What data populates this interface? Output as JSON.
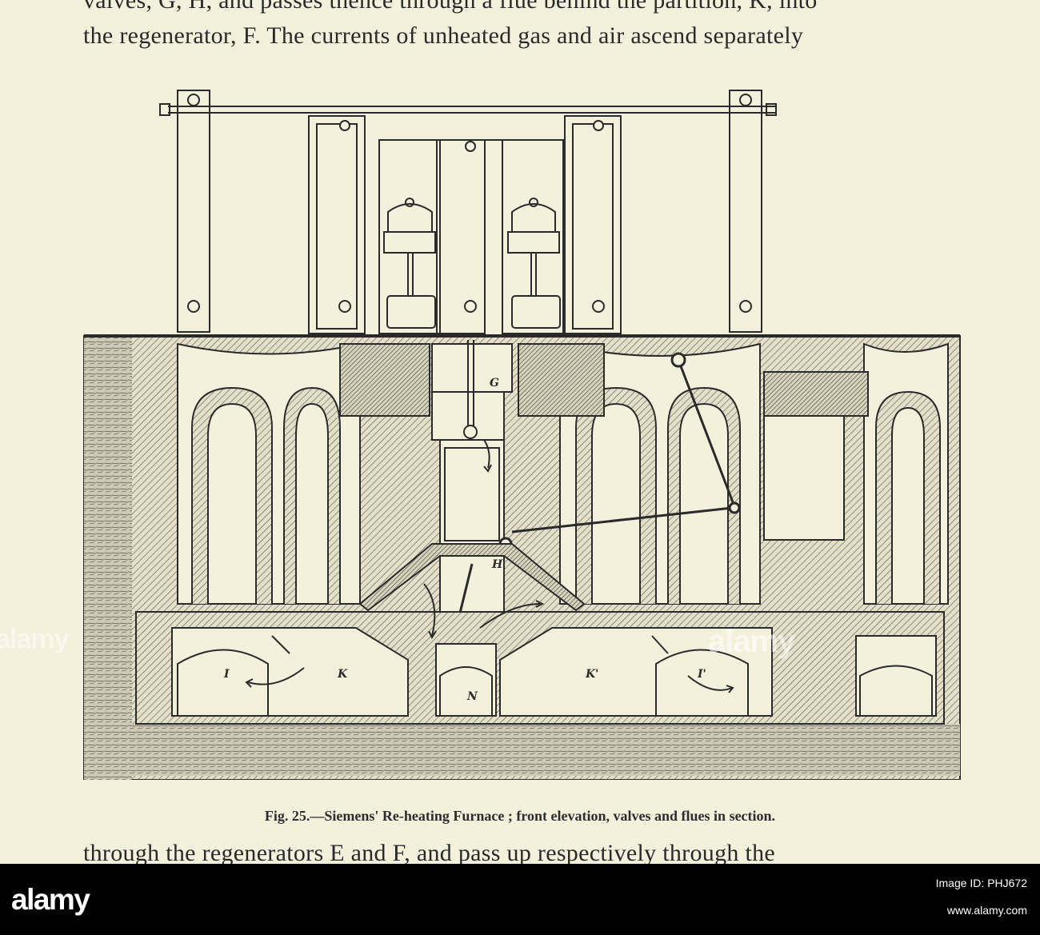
{
  "page": {
    "text_top_line1": "valves, G, H, and passes thence through a flue behind the partition, K, into",
    "text_top_line2": "the regenerator, F.  The currents of unheated gas and air ascend separately",
    "text_bottom": "through the regenerators E and F, and pass up respectively through the",
    "caption": "Fig. 25.—Siemens' Re-heating Furnace ; front elevation, valves and flues in section."
  },
  "figure": {
    "labels": {
      "G": "G",
      "H": "H",
      "I": "I",
      "K": "K",
      "N": "N",
      "K_prime": "K'",
      "I_prime": "I'"
    }
  },
  "footer": {
    "logo": "alamy",
    "image_id": "Image ID: PHJ672",
    "url": "www.alamy.com",
    "watermark": "alamy"
  },
  "colors": {
    "paper": "#f3f0dc",
    "ink": "#2a2a2a",
    "footer_bg": "#000000"
  }
}
